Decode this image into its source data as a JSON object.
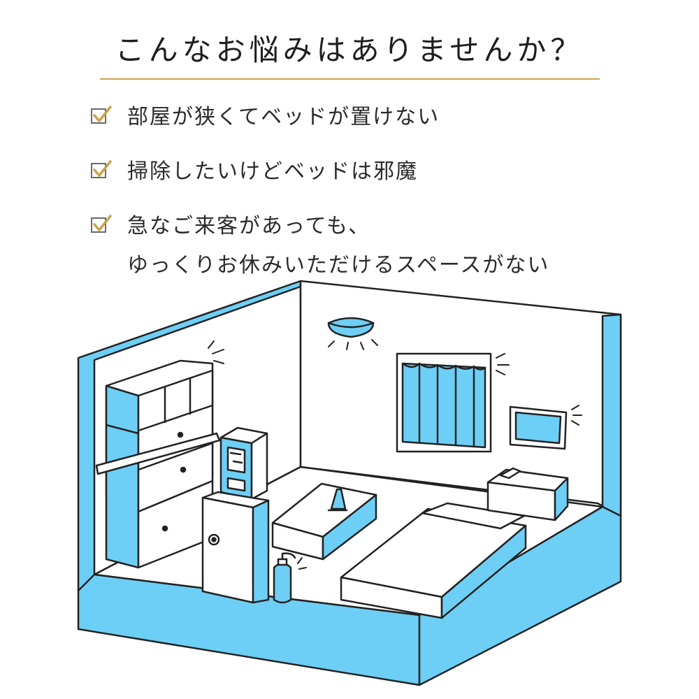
{
  "heading": "こんなお悩みはありませんか？",
  "checklist": [
    {
      "lines": [
        "部屋が狭くてベッドが置けない"
      ]
    },
    {
      "lines": [
        "掃除したいけどベッドは邪魔"
      ]
    },
    {
      "lines": [
        "急なご来客があっても、",
        "ゆっくりお休みいただけるスペースがない"
      ]
    }
  ],
  "colors": {
    "accent": "#c9a24a",
    "wall_blue": "#6dcff5",
    "line": "#222222"
  },
  "icons": [
    "checkbox-checked-icon"
  ]
}
